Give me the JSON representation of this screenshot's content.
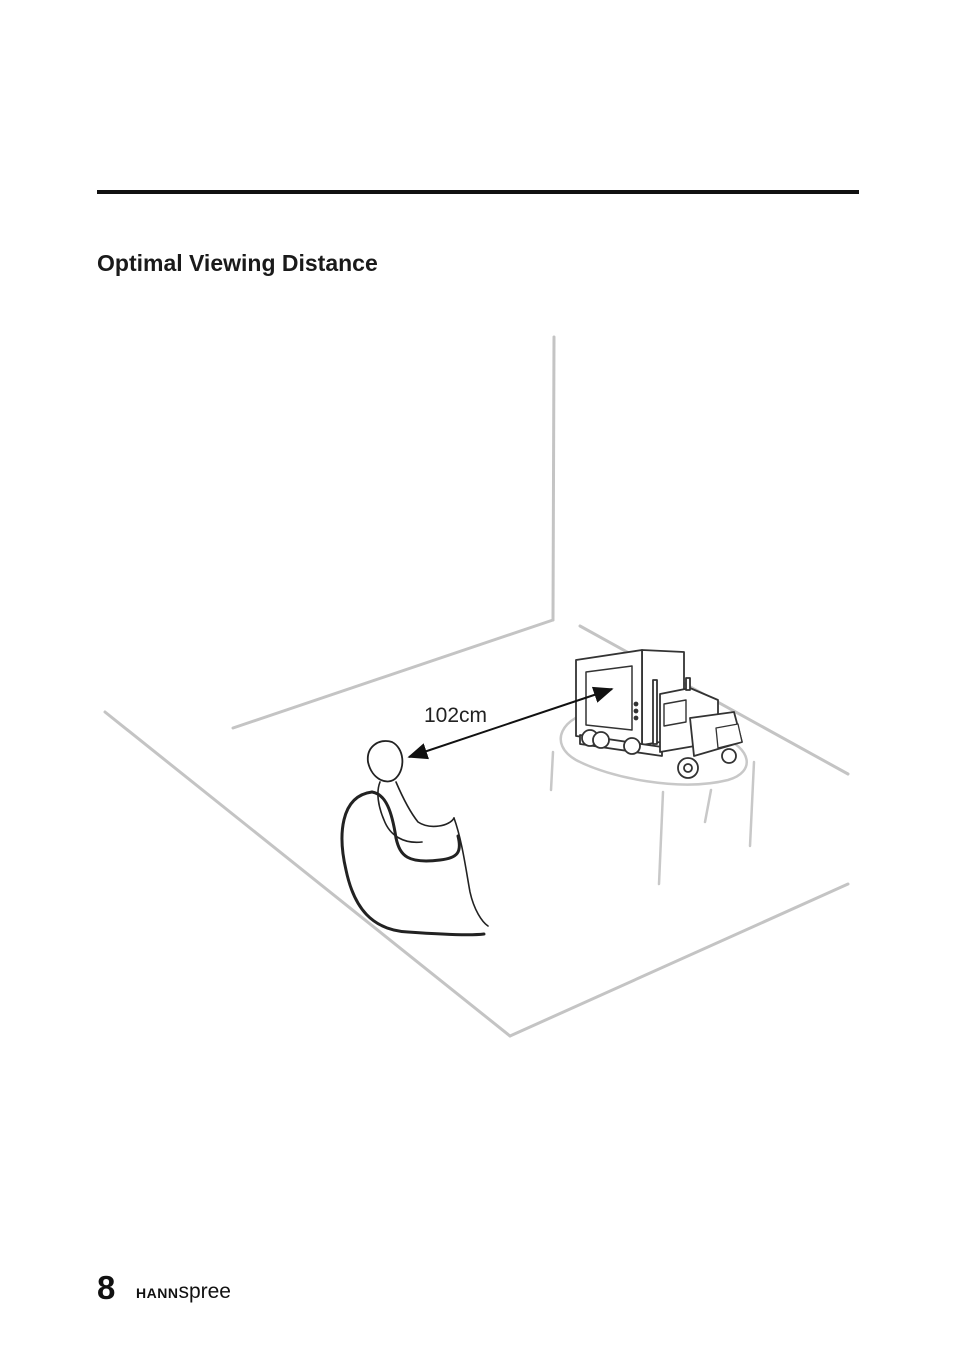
{
  "page": {
    "section_title": "Optimal Viewing Distance",
    "page_number": "8",
    "brand": {
      "bold_part": "HANN",
      "light_part": "spree"
    }
  },
  "illustration": {
    "distance_label": "102cm"
  }
}
